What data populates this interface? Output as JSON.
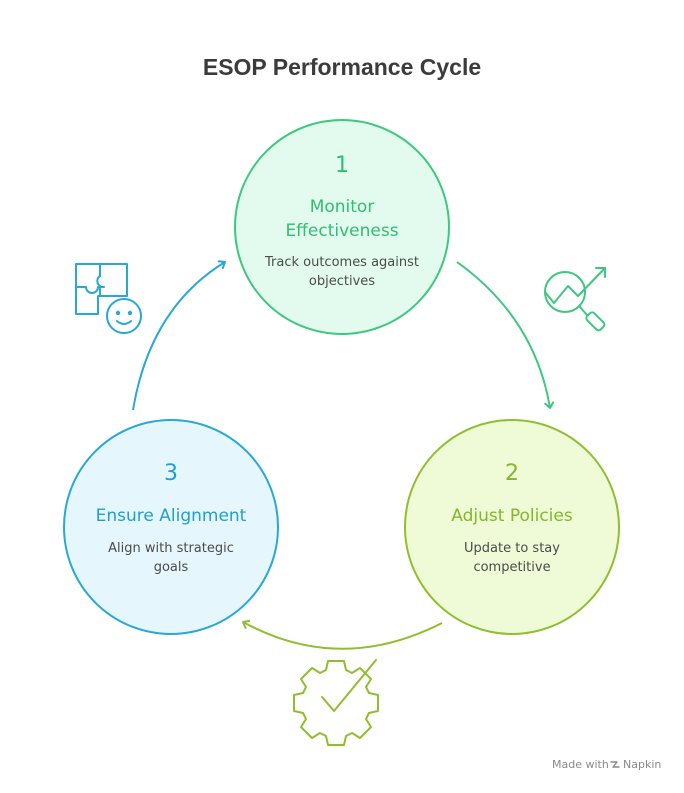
{
  "title": "ESOP Performance Cycle",
  "steps": [
    {
      "number": "1",
      "heading_lines": [
        "Monitor",
        "Effectiveness"
      ],
      "description_lines": [
        "Track outcomes against",
        "objectives"
      ],
      "icon": "chart-magnifier-icon",
      "stroke_color": "#3ec77f",
      "fill_color": "#e3fbee",
      "text_color": "#2fbf73"
    },
    {
      "number": "2",
      "heading_lines": [
        "Adjust Policies"
      ],
      "description_lines": [
        "Update to stay",
        "competitive"
      ],
      "icon": "gear-check-icon",
      "stroke_color": "#8fbf2e",
      "fill_color": "#eefbd6",
      "text_color": "#86b52a"
    },
    {
      "number": "3",
      "heading_lines": [
        "Ensure Alignment"
      ],
      "description_lines": [
        "Align with strategic",
        "goals"
      ],
      "icon": "puzzle-face-icon",
      "stroke_color": "#28a8d4",
      "fill_color": "#e6f6fd",
      "text_color": "#1f9fd0"
    }
  ],
  "footer": {
    "made_with": "Made with",
    "brand": "Napkin"
  }
}
